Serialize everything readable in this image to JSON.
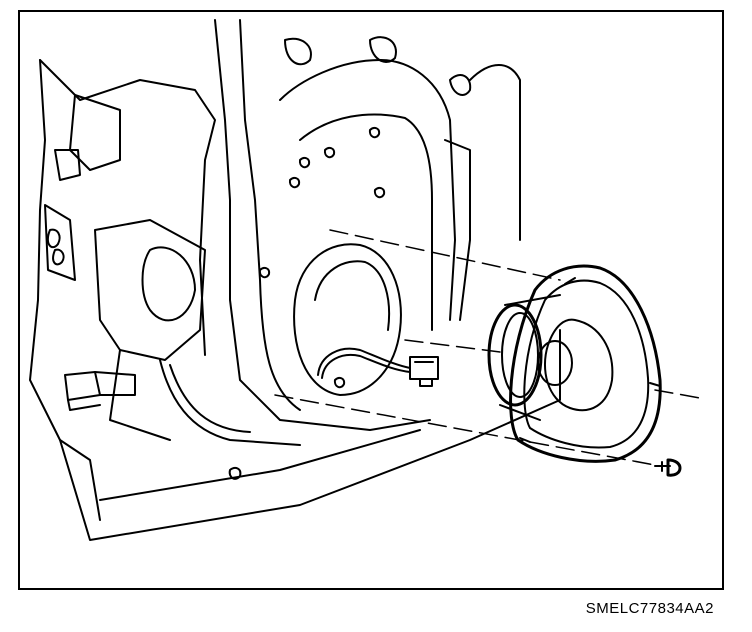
{
  "figure": {
    "code": "SMELC77834AA2",
    "line_color": "#000000",
    "background": "#ffffff"
  },
  "parts": {
    "door_panel": "door-inner-panel",
    "speaker": "door-speaker",
    "connector": "speaker-wire-connector",
    "screw": "speaker-mounting-screw"
  }
}
